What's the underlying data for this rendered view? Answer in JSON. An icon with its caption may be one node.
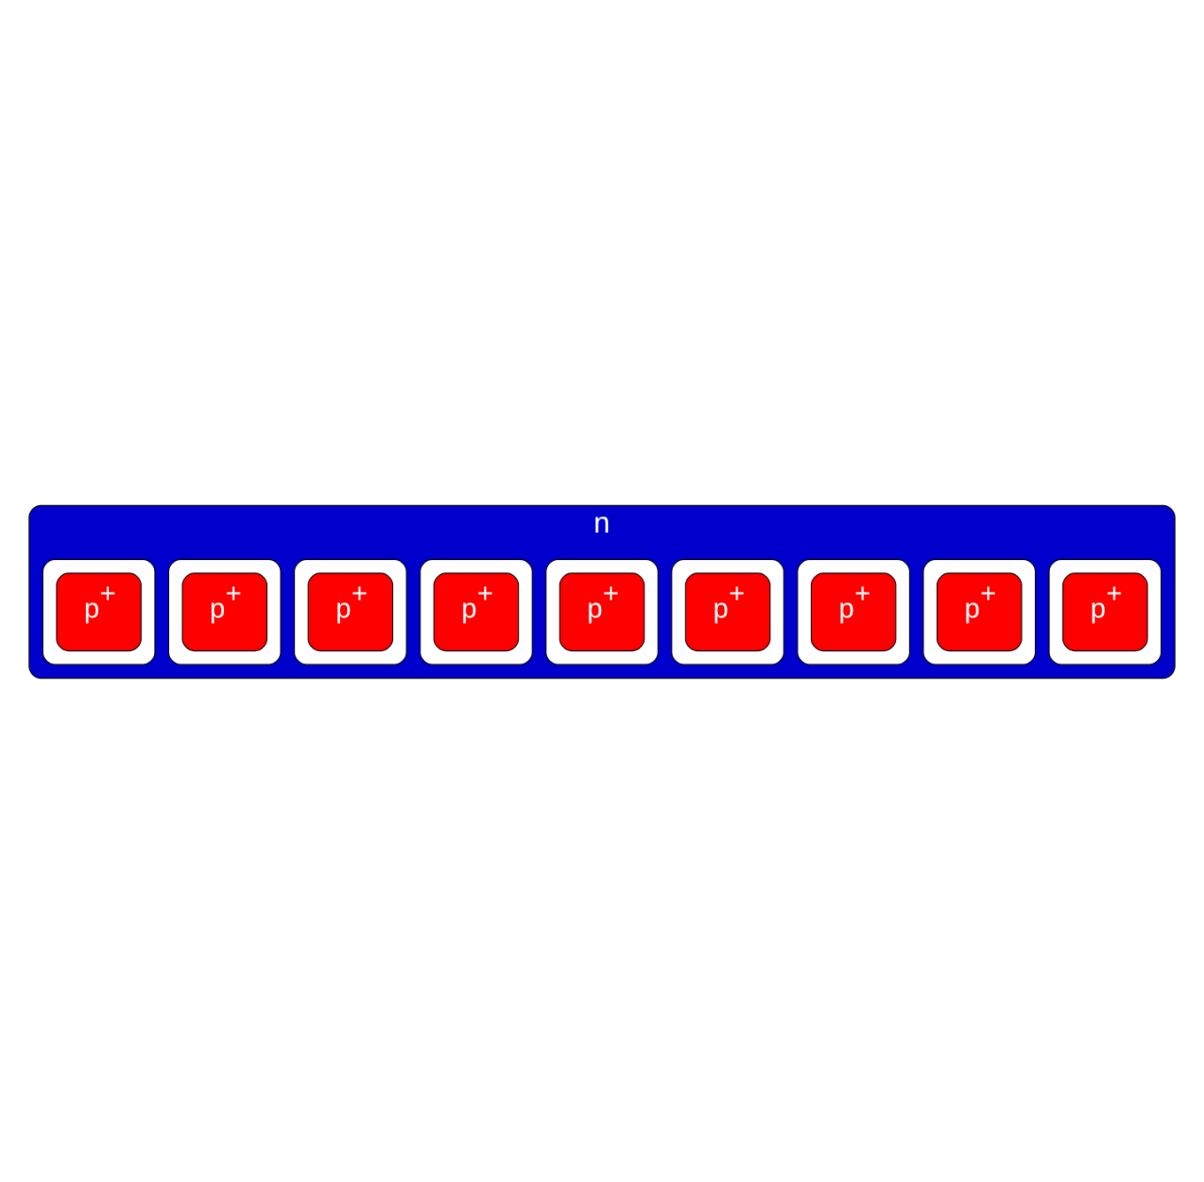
{
  "diagram": {
    "nodes": [
      {
        "text": [
          "n"
        ]
      },
      {
        "text": [],
        "shape": "box",
        "in": 0
      },
      {
        "text": [
          "p$^{+}$"
        ],
        "in": 1
      },
      {
        "text": [],
        "shape": "box",
        "in": 0
      },
      {
        "text": [
          "p$^{+}$"
        ],
        "in": 3
      },
      {
        "text": [],
        "shape": "box",
        "in": 0
      },
      {
        "text": [
          "p$^{+}$"
        ],
        "in": 5
      },
      {
        "text": [],
        "shape": "box",
        "in": 0
      },
      {
        "text": [
          "p$^{+}$"
        ],
        "in": 7
      },
      {
        "text": [],
        "shape": "box",
        "in": 0
      },
      {
        "text": [
          "p$^{+}$"
        ],
        "in": 9
      },
      {
        "text": [],
        "shape": "box",
        "in": 0
      },
      {
        "text": [
          "p$^{+}$"
        ],
        "in": 11
      },
      {
        "text": [],
        "shape": "box",
        "in": 0
      },
      {
        "text": [
          "p$^{+}$"
        ],
        "in": 13
      },
      {
        "text": [],
        "shape": "box",
        "in": 0
      },
      {
        "text": [
          "p$^{+}$"
        ],
        "in": 15
      },
      {
        "text": [],
        "shape": "box",
        "in": 0
      },
      {
        "text": [
          "p$^{+}$"
        ],
        "in": 17
      }
    ],
    "edges": []
  }
}
